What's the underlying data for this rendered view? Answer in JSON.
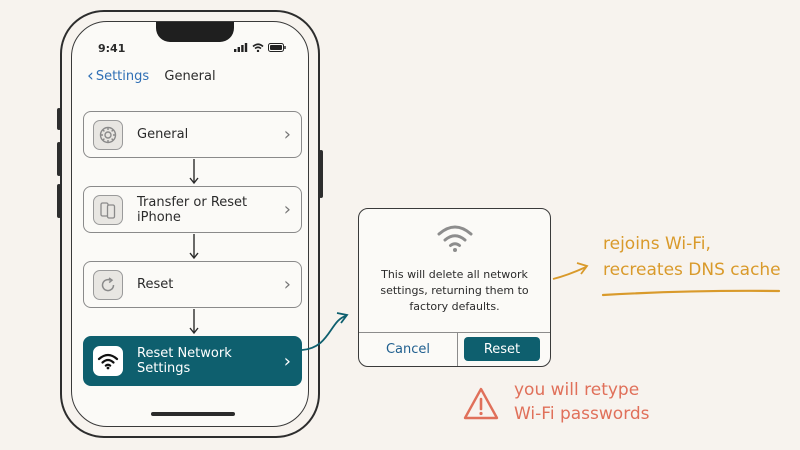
{
  "status_bar": {
    "time": "9:41"
  },
  "nav": {
    "back_label": "Settings",
    "title": "General"
  },
  "rows": [
    {
      "label": "General",
      "icon": "gear-icon"
    },
    {
      "label": "Transfer or Reset iPhone",
      "icon": "phones-icon"
    },
    {
      "label": "Reset",
      "icon": "reset-icon"
    },
    {
      "label": "Reset Network Settings",
      "icon": "wifi-icon"
    }
  ],
  "dialog": {
    "message_line1": "This will delete all network",
    "message_line2": "settings, returning them to",
    "message_line3": "factory defaults.",
    "cancel_label": "Cancel",
    "confirm_label": "Reset"
  },
  "notes": {
    "result_line1": "rejoins Wi-Fi,",
    "result_line2": "recreates DNS cache",
    "warning_line1": "you will retype",
    "warning_line2": "Wi-Fi passwords"
  },
  "colors": {
    "accent": "#0e5f6e",
    "note_orange": "#d99a2b",
    "warning_red": "#e0705a",
    "link_blue": "#2f6fb5"
  }
}
